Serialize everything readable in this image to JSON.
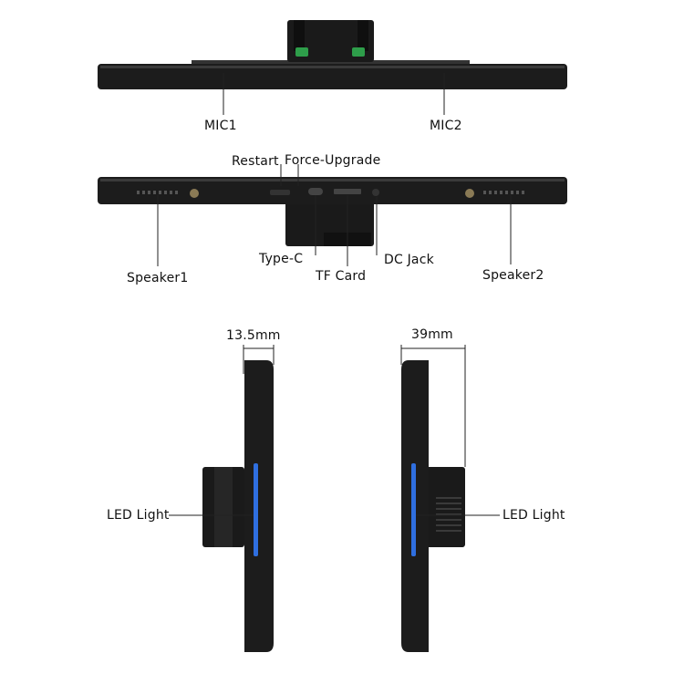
{
  "top_view": {
    "labels": {
      "mic1": "MIC1",
      "mic2": "MIC2"
    }
  },
  "bottom_view": {
    "labels": {
      "restart": "Restart",
      "force_upgrade": "Force-Upgrade",
      "type_c": "Type-C",
      "tf_card": "TF Card",
      "dc_jack": "DC Jack",
      "speaker1": "Speaker1",
      "speaker2": "Speaker2"
    }
  },
  "side_views": {
    "left": {
      "thickness": "13.5mm",
      "led_label": "LED Light"
    },
    "right": {
      "thickness": "39mm",
      "led_label": "LED Light"
    }
  },
  "colors": {
    "device": "#1c1c1c",
    "led": "#2f6fe0",
    "accent_green": "#2e9e4a"
  }
}
